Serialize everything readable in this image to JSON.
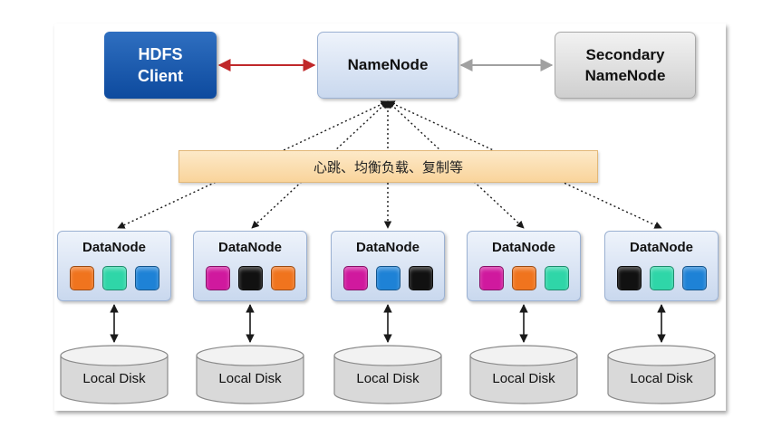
{
  "client": {
    "label_line1": "HDFS",
    "label_line2": "Client"
  },
  "namenode": {
    "label": "NameNode"
  },
  "secondary": {
    "label_line1": "Secondary",
    "label_line2": "NameNode"
  },
  "banner": {
    "label": "心跳、均衡负载、复制等"
  },
  "colors": {
    "orange": "#f0741e",
    "teal": "#2fd6a8",
    "blue": "#1e82d6",
    "magenta": "#d0199e",
    "black": "#111111",
    "client_arrow": "#c0282a",
    "secondary_arrow": "#a0a0a0"
  },
  "datanodes": [
    {
      "label": "DataNode",
      "blocks": [
        "orange",
        "teal",
        "blue"
      ],
      "disk": "Local Disk"
    },
    {
      "label": "DataNode",
      "blocks": [
        "magenta",
        "black",
        "orange"
      ],
      "disk": "Local Disk"
    },
    {
      "label": "DataNode",
      "blocks": [
        "magenta",
        "blue",
        "black"
      ],
      "disk": "Local Disk"
    },
    {
      "label": "DataNode",
      "blocks": [
        "magenta",
        "orange",
        "teal"
      ],
      "disk": "Local Disk"
    },
    {
      "label": "DataNode",
      "blocks": [
        "black",
        "teal",
        "blue"
      ],
      "disk": "Local Disk"
    }
  ]
}
